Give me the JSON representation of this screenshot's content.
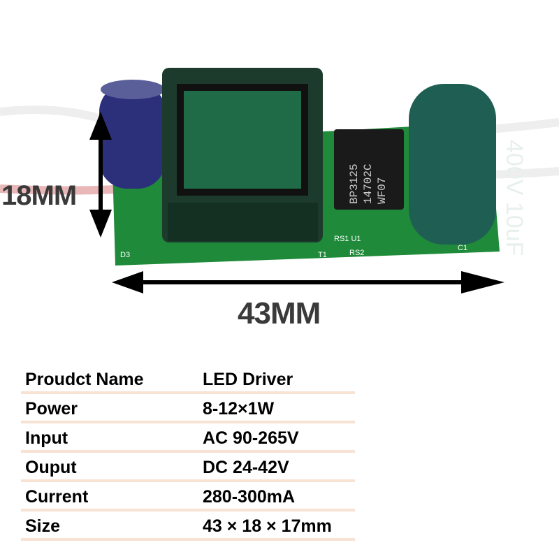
{
  "dimensions": {
    "height_label": "18MM",
    "width_label": "43MM"
  },
  "board_markings": {
    "chip": [
      "BP3125",
      "14702C",
      "WF07"
    ],
    "capacitor_large": "400V 10uF",
    "silkscreen": [
      "RS1 U1",
      "RS2",
      "T1",
      "C1",
      "D3"
    ]
  },
  "specs": [
    {
      "label": "Proudct Name",
      "value": "LED Driver"
    },
    {
      "label": "Power",
      "value": "8-12×1W"
    },
    {
      "label": "Input",
      "value": "AC 90-265V"
    },
    {
      "label": "Ouput",
      "value": "DC 24-42V"
    },
    {
      "label": "Current",
      "value": "280-300mA"
    },
    {
      "label": "Size",
      "value": "43 × 18 × 17mm"
    }
  ]
}
